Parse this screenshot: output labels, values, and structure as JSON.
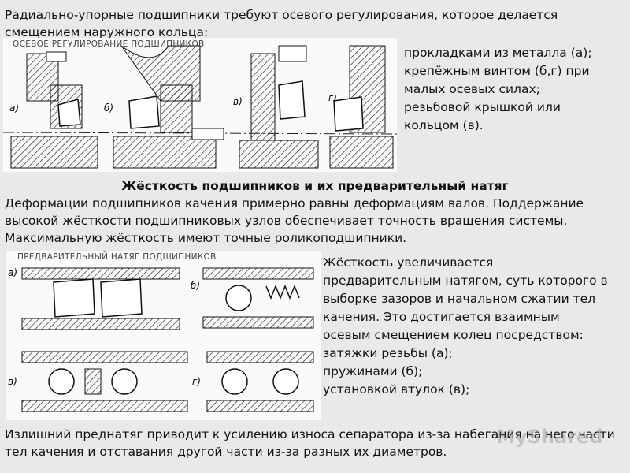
{
  "intro": "Радиально-упорные подшипники требуют осевого регулирования, которое делается смещением наружного кольца:",
  "figure1": {
    "caption": "ОСЕВОЕ РЕГУЛИРОВАНИЕ ПОДШИПНИКОВ",
    "labels": [
      "а)",
      "б)",
      "в)",
      "г)"
    ]
  },
  "methods": [
    "прокладками из металла (а);",
    "крепёжным винтом (б,г) при",
    "малых осевых силах;",
    "резьбовой крышкой или",
    "кольцом (в)."
  ],
  "heading": "Жёсткость подшипников и их предварительный натяг",
  "paragraph": "Деформации подшипников качения примерно равны деформациям валов. Поддержание высокой жёсткости подшипниковых узлов обеспечивает точность вращения системы. Максимальную жёсткость имеют точные роликоподшипники.",
  "figure2": {
    "caption": "ПРЕДВАРИТЕЛЬНЫЙ НАТЯГ ПОДШИПНИКОВ",
    "labels": [
      "а)",
      "б)",
      "в)",
      "г)"
    ]
  },
  "preload": [
    " Жёсткость увеличивается",
    "предварительным натягом, суть которого в",
    "выборке зазоров и начальном сжатии тел",
    "качения. Это достигается взаимным",
    "осевым смещением колец посредством:",
    "затяжки резьбы (а);",
    "пружинами (б);",
    "установкой втулок (в);"
  ],
  "footer": "Излишний преднатяг  приводит к усилению износа сепаратора из-за набегания на него части тел качения и отставания другой части из-за  разных их диаметров.",
  "watermark": "MyShared"
}
